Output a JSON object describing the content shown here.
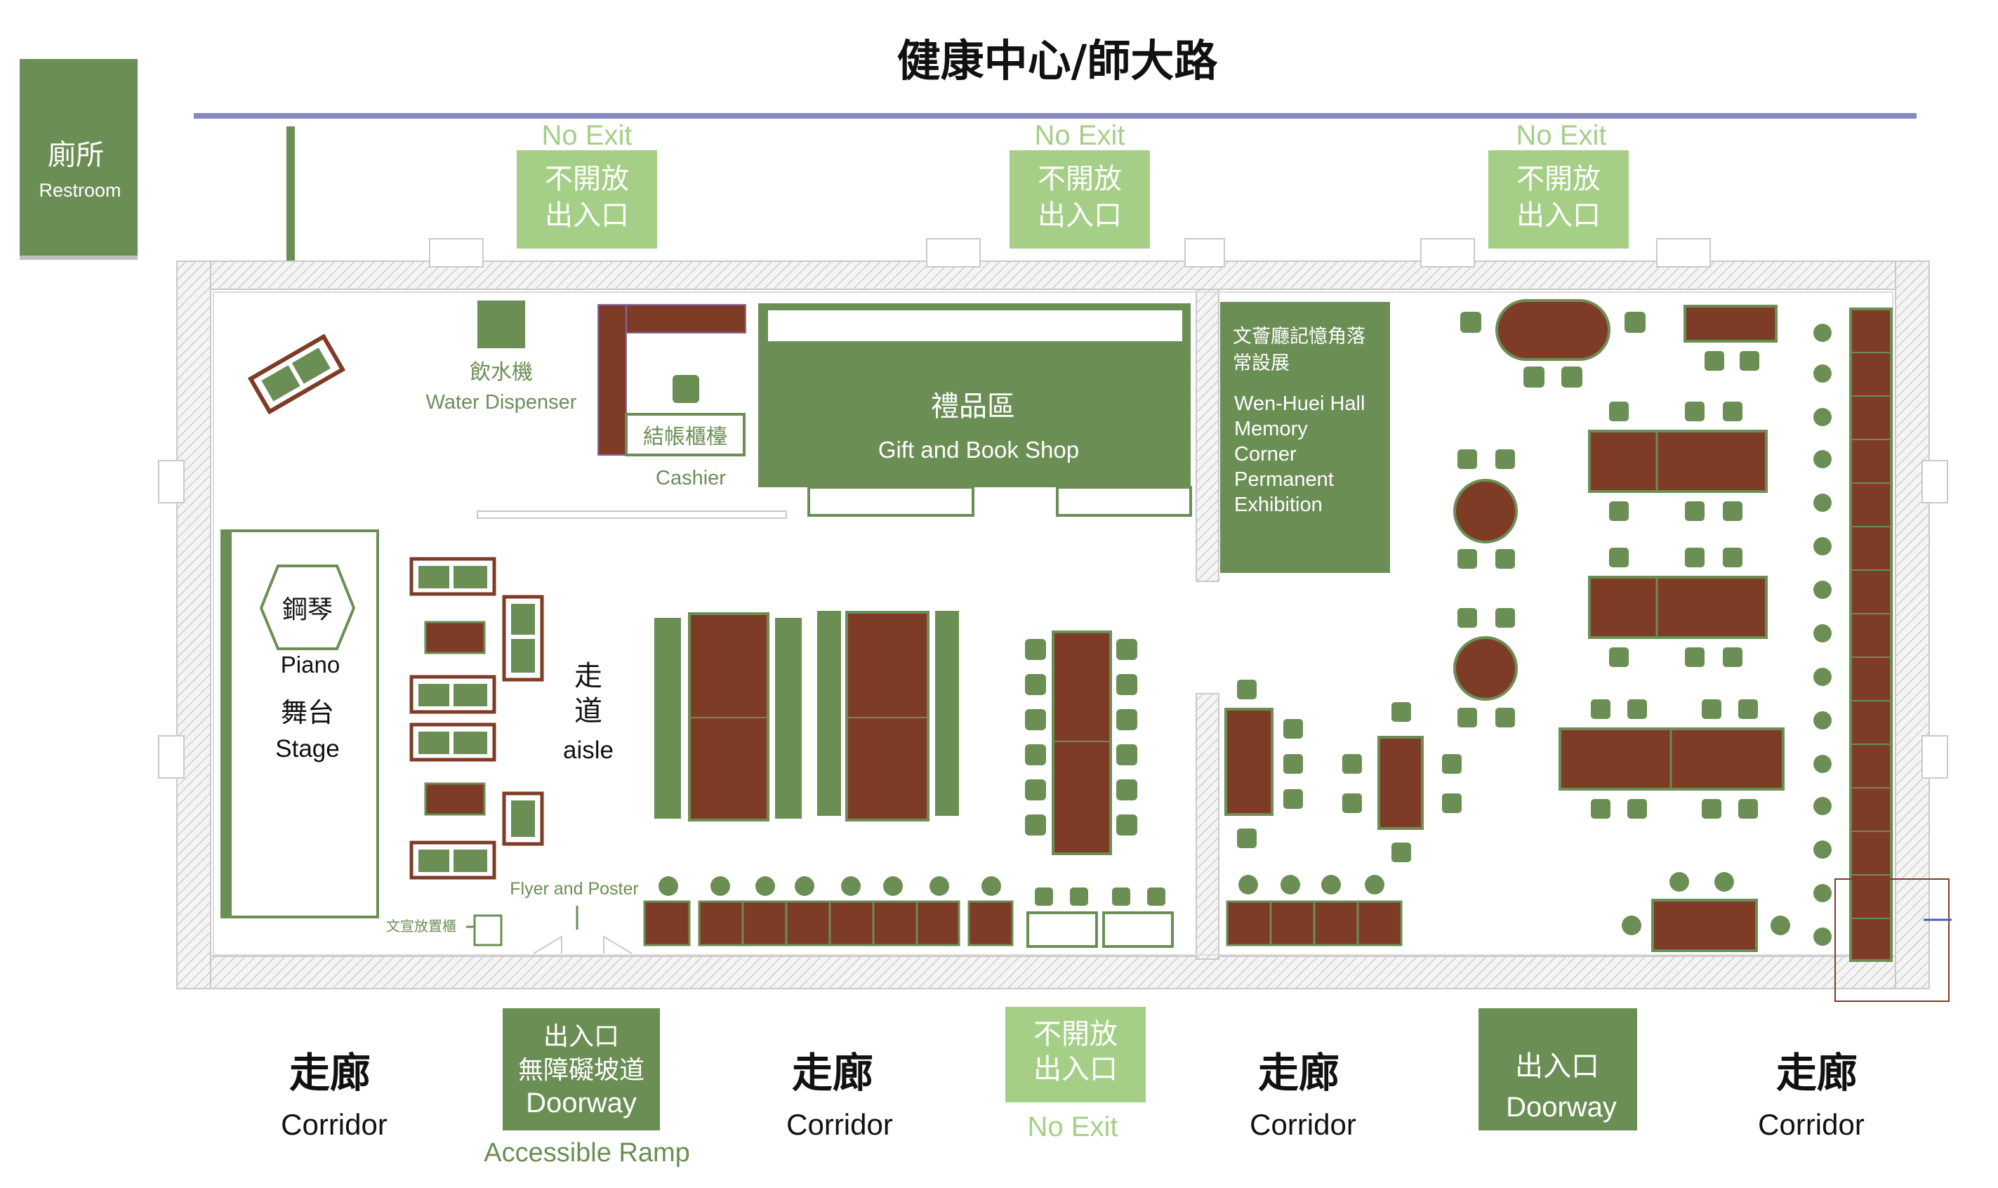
{
  "street": {
    "title": "健康中心/師大路"
  },
  "restroom": {
    "zh": "廁所",
    "en": "Restroom"
  },
  "top_exits": [
    {
      "label_en": "No Exit",
      "zh_line1": "不開放",
      "zh_line2": "出入口"
    },
    {
      "label_en": "No Exit",
      "zh_line1": "不開放",
      "zh_line2": "出入口"
    },
    {
      "label_en": "No Exit",
      "zh_line1": "不開放",
      "zh_line2": "出入口"
    }
  ],
  "water_dispenser": {
    "zh": "飲水機",
    "en": "Water Dispenser"
  },
  "cashier": {
    "zh": "結帳櫃檯",
    "en": "Cashier"
  },
  "gift_shop": {
    "zh": "禮品區",
    "en": "Gift and Book Shop"
  },
  "memory_corner": {
    "zh_line1": "文薈廳記憶角落",
    "zh_line2": "常設展",
    "en_lines": [
      "Wen-Huei Hall",
      "Memory",
      "Corner",
      "Permanent",
      "Exhibition"
    ]
  },
  "stage": {
    "piano_zh": "鋼琴",
    "piano_en": "Piano",
    "stage_zh": "舞台",
    "stage_en": "Stage"
  },
  "aisle": {
    "zh_1": "走",
    "zh_2": "道",
    "en": "aisle"
  },
  "flyer": {
    "en": "Flyer and Poster",
    "zh": "文宣放置櫃"
  },
  "bottom": {
    "corridor_zh": "走廊",
    "corridor_en": "Corridor",
    "ramp_door": {
      "zh_1": "出入口",
      "zh_2": "無障礙坡道",
      "en": "Doorway",
      "caption": "Accessible Ramp"
    },
    "no_exit": {
      "zh_1": "不開放",
      "zh_2": "出入口",
      "caption": "No Exit"
    },
    "doorway": {
      "zh": "出入口",
      "en": "Doorway"
    }
  },
  "colors": {
    "green": "#6b8e55",
    "light_green": "#a5cf87",
    "brown": "#7e3b26",
    "wall": "#c9c9c9",
    "street_line": "#8888c0"
  }
}
